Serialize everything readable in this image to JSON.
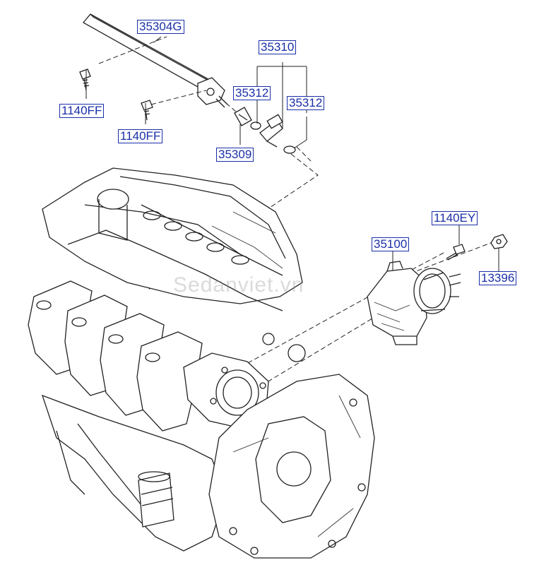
{
  "watermark": "Sedanviet.vn",
  "colors": {
    "label_text": "#1a2fa8",
    "label_border": "#1a2fa8",
    "line_art": "#222222"
  },
  "labels": {
    "fuel_rail": "35304G",
    "injector_assembly": "35310",
    "oring_left": "35312",
    "oring_right": "35312",
    "bolt_upper": "1140FF",
    "bolt_lower": "1140FF",
    "clip": "35309",
    "throttle_body": "35100",
    "throttle_bolt": "1140EY",
    "throttle_nut": "13396"
  }
}
